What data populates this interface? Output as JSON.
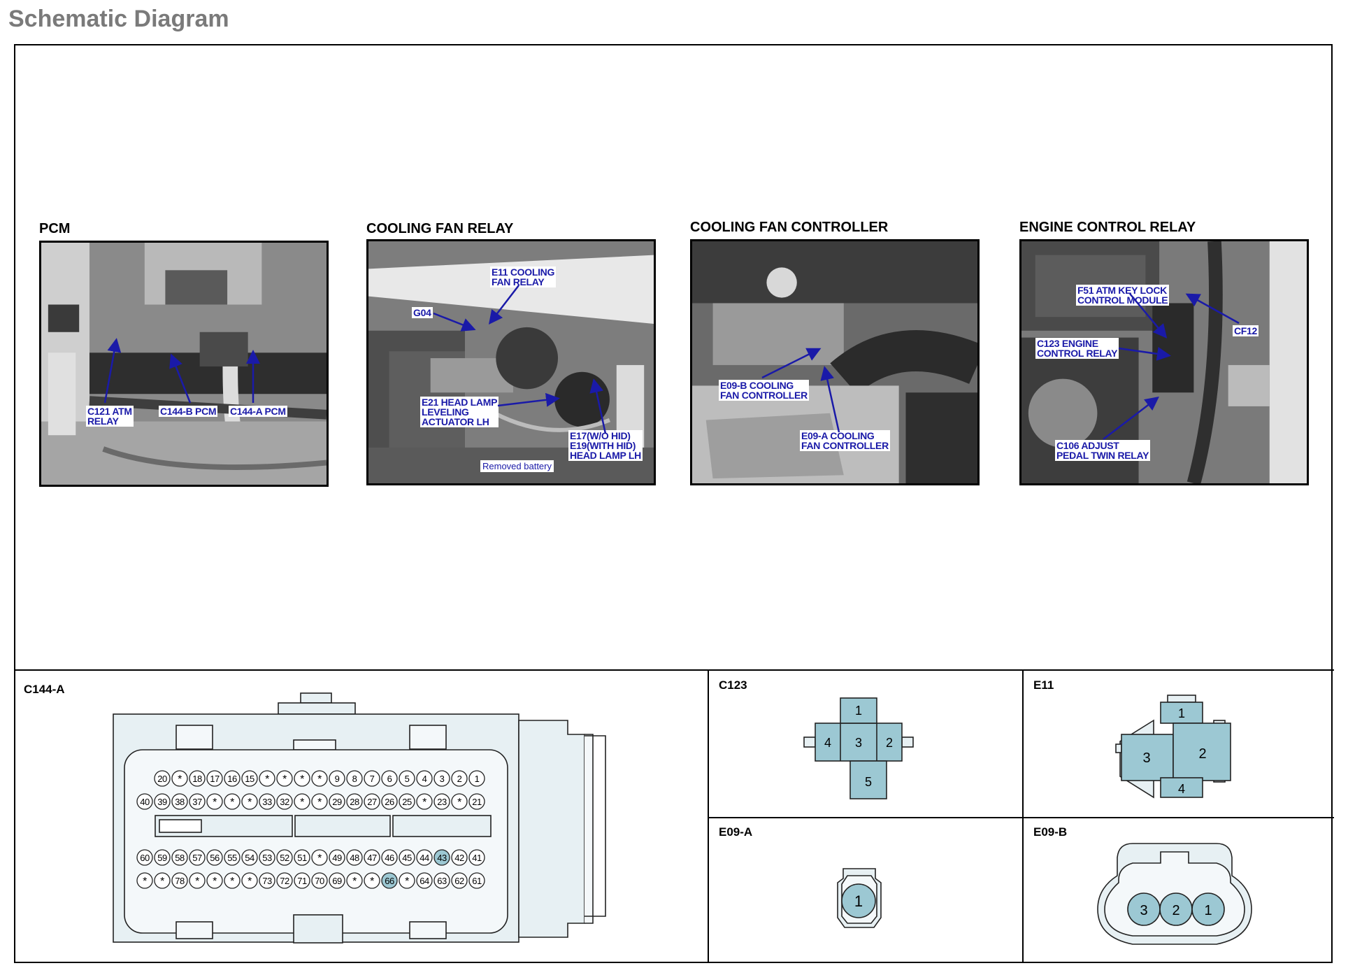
{
  "page": {
    "title": "Schematic Diagram"
  },
  "colors": {
    "accent_label": "#1a1aa8",
    "connector_fill": "#e7f0f3",
    "pin_fill": "#9cc8d3",
    "title_gray": "#7a7a7a"
  },
  "photos": [
    {
      "title": "PCM",
      "labels": [
        "C121 ATM\nRELAY",
        "C144-B PCM",
        "C144-A PCM"
      ]
    },
    {
      "title": "COOLING FAN RELAY",
      "labels": [
        "E11 COOLING\nFAN RELAY",
        "G04",
        "E21 HEAD LAMP\nLEVELING\nACTUATOR LH",
        "E17(W/O HID)\nE19(WITH HID)\nHEAD LAMP LH"
      ],
      "caption": "Removed battery"
    },
    {
      "title": "COOLING FAN CONTROLLER",
      "labels": [
        "E09-B COOLING\nFAN CONTROLLER",
        "E09-A COOLING\nFAN CONTROLLER"
      ]
    },
    {
      "title": "ENGINE CONTROL RELAY",
      "labels": [
        "F51 ATM KEY LOCK\nCONTROL MODULE",
        "CF12",
        "C123 ENGINE\nCONTROL RELAY",
        "C106 ADJUST\nPEDAL TWIN RELAY"
      ]
    }
  ],
  "connectors": {
    "c144a": {
      "name": "C144-A",
      "rows": [
        [
          "20",
          "*",
          "18",
          "17",
          "16",
          "15",
          "*",
          "*",
          "*",
          "*",
          "9",
          "8",
          "7",
          "6",
          "5",
          "4",
          "3",
          "2",
          "1"
        ],
        [
          "40",
          "39",
          "38",
          "37",
          "*",
          "*",
          "*",
          "33",
          "32",
          "*",
          "*",
          "29",
          "28",
          "27",
          "26",
          "25",
          "*",
          "23",
          "*",
          "21"
        ],
        [
          "60",
          "59",
          "58",
          "57",
          "56",
          "55",
          "54",
          "53",
          "52",
          "51",
          "*",
          "49",
          "48",
          "47",
          "46",
          "45",
          "44",
          "43",
          "42",
          "41"
        ],
        [
          "*",
          "*",
          "78",
          "*",
          "*",
          "*",
          "*",
          "73",
          "72",
          "71",
          "70",
          "69",
          "*",
          "*",
          "66",
          "*",
          "64",
          "63",
          "62",
          "61"
        ]
      ],
      "highlighted": [
        "43",
        "66"
      ]
    },
    "c123": {
      "name": "C123",
      "pins": [
        "1",
        "4",
        "3",
        "2",
        "5"
      ]
    },
    "e11": {
      "name": "E11",
      "pins": [
        "1",
        "3",
        "2",
        "4"
      ]
    },
    "e09a": {
      "name": "E09-A",
      "pins": [
        "1"
      ]
    },
    "e09b": {
      "name": "E09-B",
      "pins": [
        "3",
        "2",
        "1"
      ]
    }
  }
}
